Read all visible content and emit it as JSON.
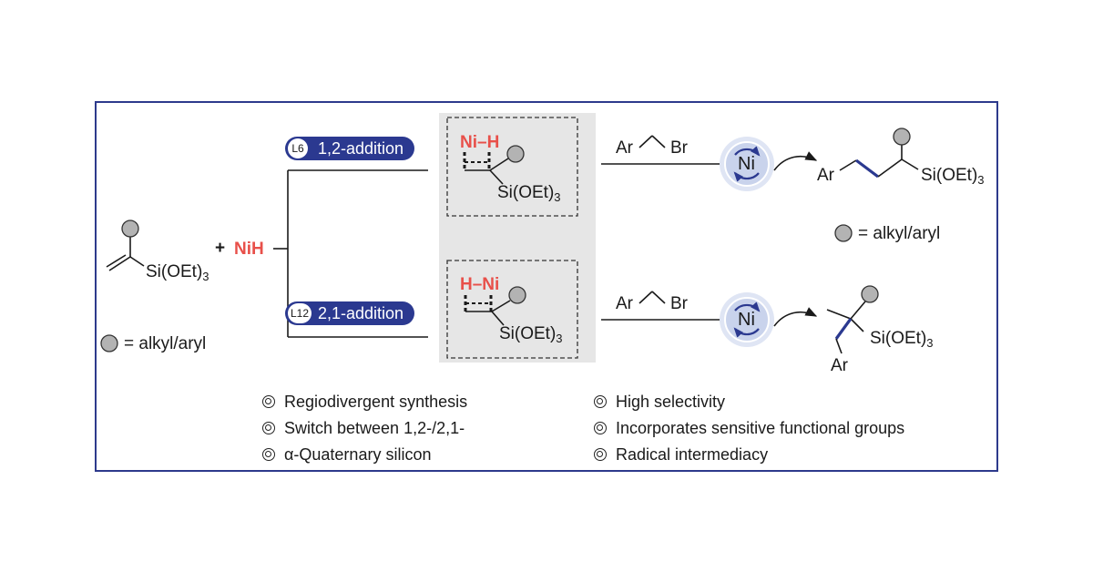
{
  "reactant": {
    "substituent_legend": "= alkyl/aryl",
    "silyl_group": "Si(OEt)",
    "silyl_subscript": "3"
  },
  "plus_sign": "+",
  "reagent": "NiH",
  "pathways": [
    {
      "ligand": "L6",
      "label": "1,2-addition",
      "intermediate": {
        "metal_hydride": "Ni–H",
        "silyl": "Si(OEt)",
        "silyl_subscript": "3"
      },
      "coupling_partner": {
        "aryl": "Ar",
        "halide": "Br"
      },
      "catalyst": "Ni",
      "product": {
        "aryl": "Ar",
        "silyl": "Si(OEt)",
        "silyl_subscript": "3"
      }
    },
    {
      "ligand": "L12",
      "label": "2,1-addition",
      "intermediate": {
        "metal_hydride": "H–Ni",
        "silyl": "Si(OEt)",
        "silyl_subscript": "3"
      },
      "coupling_partner": {
        "aryl": "Ar",
        "halide": "Br"
      },
      "catalyst": "Ni",
      "product": {
        "aryl": "Ar",
        "silyl": "Si(OEt)",
        "silyl_subscript": "3"
      }
    }
  ],
  "product_legend": "= alkyl/aryl",
  "features": {
    "left": [
      "Regiodivergent synthesis",
      "Switch between 1,2-/2,1-",
      "α-Quaternary silicon"
    ],
    "right": [
      "High selectivity",
      "Incorporates sensitive functional groups",
      "Radical intermediacy"
    ]
  },
  "colors": {
    "frame": "#2d3a8c",
    "pill": "#2b3990",
    "highlight_red": "#e8504a",
    "bond_blue": "#2b3990",
    "intermediate_panel": "#e6e6e6",
    "substituent_circle": "#b3b3b3",
    "catalyst_circle": "#c9d3ec"
  }
}
